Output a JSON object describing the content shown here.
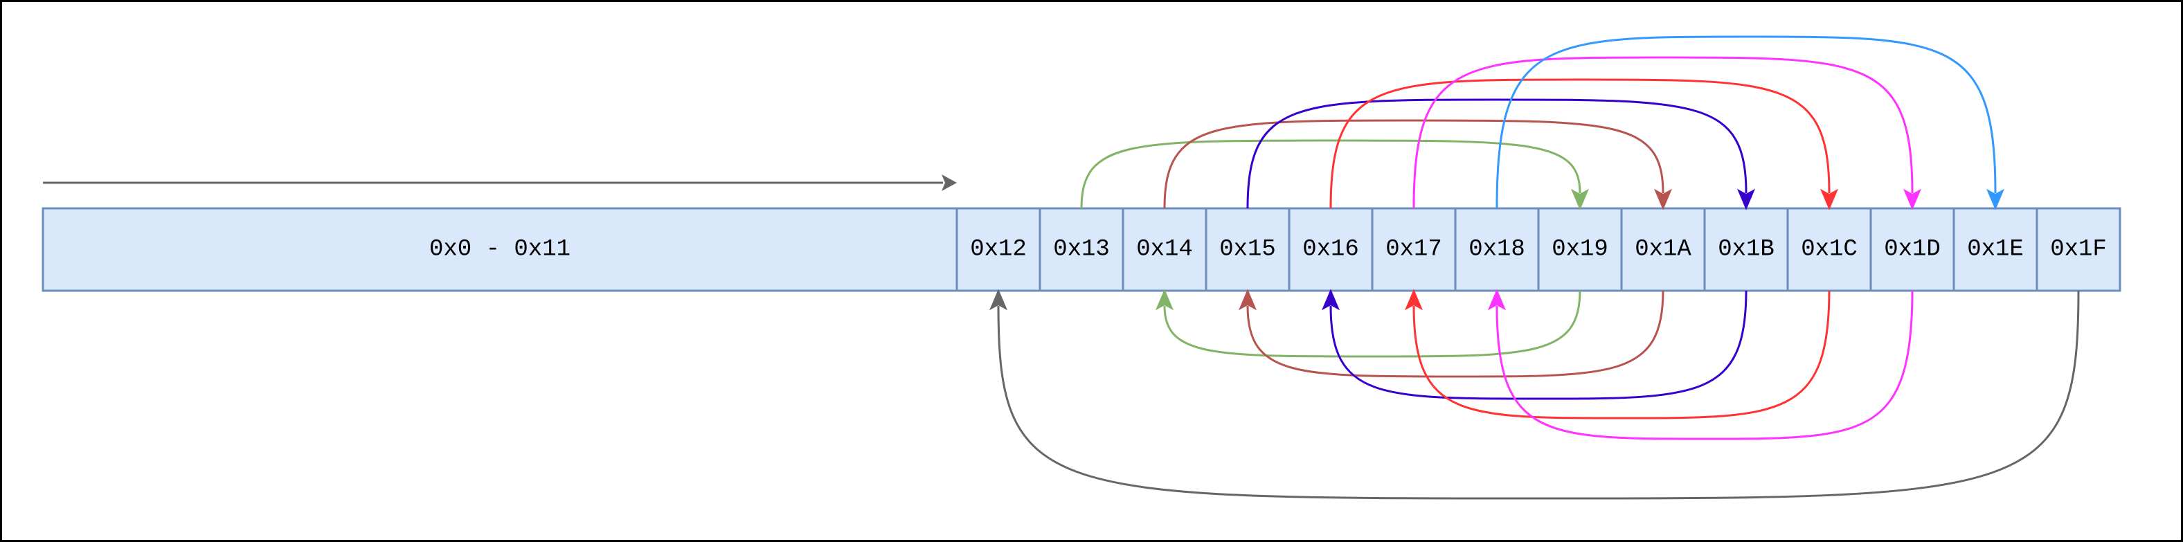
{
  "cells": [
    {
      "id": "range",
      "label": "0x0 - 0x11"
    },
    {
      "id": "c12",
      "label": "0x12"
    },
    {
      "id": "c13",
      "label": "0x13"
    },
    {
      "id": "c14",
      "label": "0x14"
    },
    {
      "id": "c15",
      "label": "0x15"
    },
    {
      "id": "c16",
      "label": "0x16"
    },
    {
      "id": "c17",
      "label": "0x17"
    },
    {
      "id": "c18",
      "label": "0x18"
    },
    {
      "id": "c19",
      "label": "0x19"
    },
    {
      "id": "c1A",
      "label": "0x1A"
    },
    {
      "id": "c1B",
      "label": "0x1B"
    },
    {
      "id": "c1C",
      "label": "0x1C"
    },
    {
      "id": "c1D",
      "label": "0x1D"
    },
    {
      "id": "c1E",
      "label": "0x1E"
    },
    {
      "id": "c1F",
      "label": "0x1F"
    }
  ],
  "colors": {
    "cell_fill": "#dae8fc",
    "cell_stroke": "#6c8ebf",
    "lead_arrow": "#666666",
    "green": "#82b366",
    "brown": "#b85450",
    "indigo": "#3700cc",
    "red": "#ff3333",
    "magenta": "#ff33ff",
    "blue": "#3399ff",
    "gray": "#666666"
  },
  "arrows": [
    {
      "name": "arrow-0x13-to-0x19",
      "from": "c13",
      "to": "c19",
      "side": "top",
      "color": "green"
    },
    {
      "name": "arrow-0x14-to-0x1A",
      "from": "c14",
      "to": "c1A",
      "side": "top",
      "color": "brown"
    },
    {
      "name": "arrow-0x15-to-0x1B",
      "from": "c15",
      "to": "c1B",
      "side": "top",
      "color": "indigo"
    },
    {
      "name": "arrow-0x16-to-0x1C",
      "from": "c16",
      "to": "c1C",
      "side": "top",
      "color": "red"
    },
    {
      "name": "arrow-0x17-to-0x1D",
      "from": "c17",
      "to": "c1D",
      "side": "top",
      "color": "magenta"
    },
    {
      "name": "arrow-0x18-to-0x1E",
      "from": "c18",
      "to": "c1E",
      "side": "top",
      "color": "blue"
    },
    {
      "name": "arrow-0x19-to-0x14",
      "from": "c19",
      "to": "c14",
      "side": "bottom",
      "color": "green"
    },
    {
      "name": "arrow-0x1A-to-0x15",
      "from": "c1A",
      "to": "c15",
      "side": "bottom",
      "color": "brown"
    },
    {
      "name": "arrow-0x1B-to-0x16",
      "from": "c1B",
      "to": "c16",
      "side": "bottom",
      "color": "indigo"
    },
    {
      "name": "arrow-0x1C-to-0x17",
      "from": "c1C",
      "to": "c17",
      "side": "bottom",
      "color": "red"
    },
    {
      "name": "arrow-0x1D-to-0x18",
      "from": "c1D",
      "to": "c18",
      "side": "bottom",
      "color": "magenta"
    },
    {
      "name": "arrow-0x1F-to-0x12",
      "from": "c1F",
      "to": "c12",
      "side": "bottom",
      "color": "gray"
    }
  ]
}
